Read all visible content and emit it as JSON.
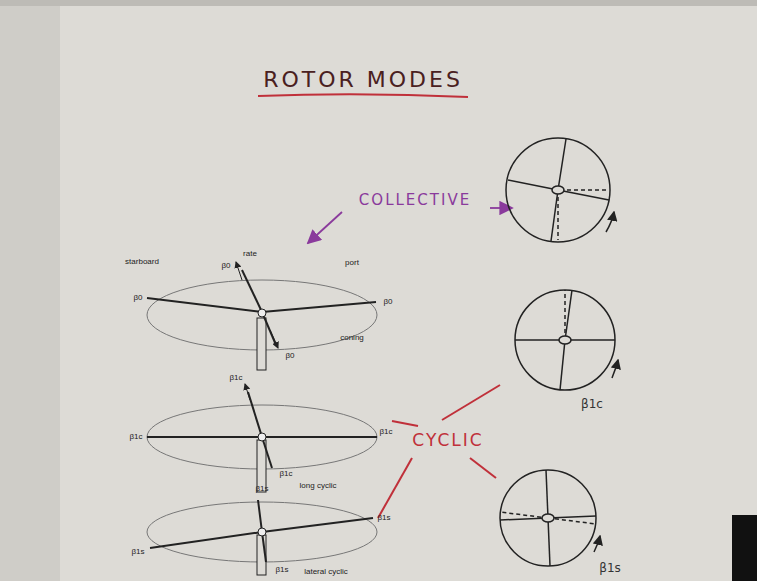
{
  "diagram": {
    "title": "ROTOR MODES",
    "labels": [
      "COLLECTIVE",
      "starboard",
      "rate",
      "port",
      "β0",
      "β0",
      "β0",
      "β0",
      "coning",
      "β1c",
      "β1c",
      "β1c",
      "β1c",
      "long cyclic",
      "CYCLIC",
      "β1s",
      "β1s",
      "β1s",
      "β1s",
      "lateral cyclic",
      "β1c",
      "β1s"
    ]
  }
}
